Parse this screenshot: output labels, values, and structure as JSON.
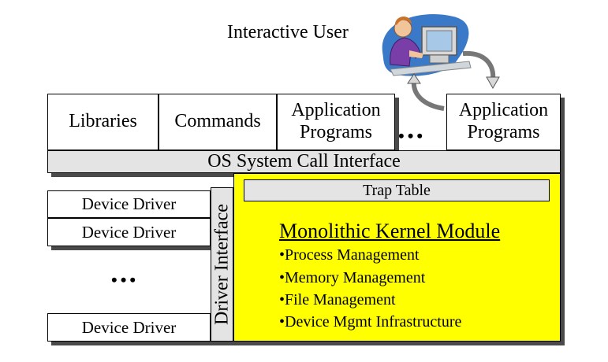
{
  "user": {
    "label": "Interactive User"
  },
  "top_row": [
    {
      "label": "Libraries"
    },
    {
      "label": "Commands"
    },
    {
      "label": "Application Programs"
    },
    {
      "label": "•••"
    },
    {
      "label": "Application Programs"
    }
  ],
  "syscall": {
    "label": "OS System Call Interface"
  },
  "drivers": {
    "items": [
      "Device Driver",
      "Device Driver",
      "•••",
      "Device Driver"
    ]
  },
  "driver_interface": {
    "label": "Driver Interface"
  },
  "kernel": {
    "trap_table": "Trap Table",
    "title": "Monolithic Kernel Module",
    "bullets": [
      "•Process Management",
      "•Memory Management",
      "•File Management",
      "•Device Mgmt Infrastructure"
    ]
  },
  "colors": {
    "kernel_fill": "#ffff00",
    "interface_fill": "#e4e4e4",
    "shadow": "#4a4a4a"
  }
}
